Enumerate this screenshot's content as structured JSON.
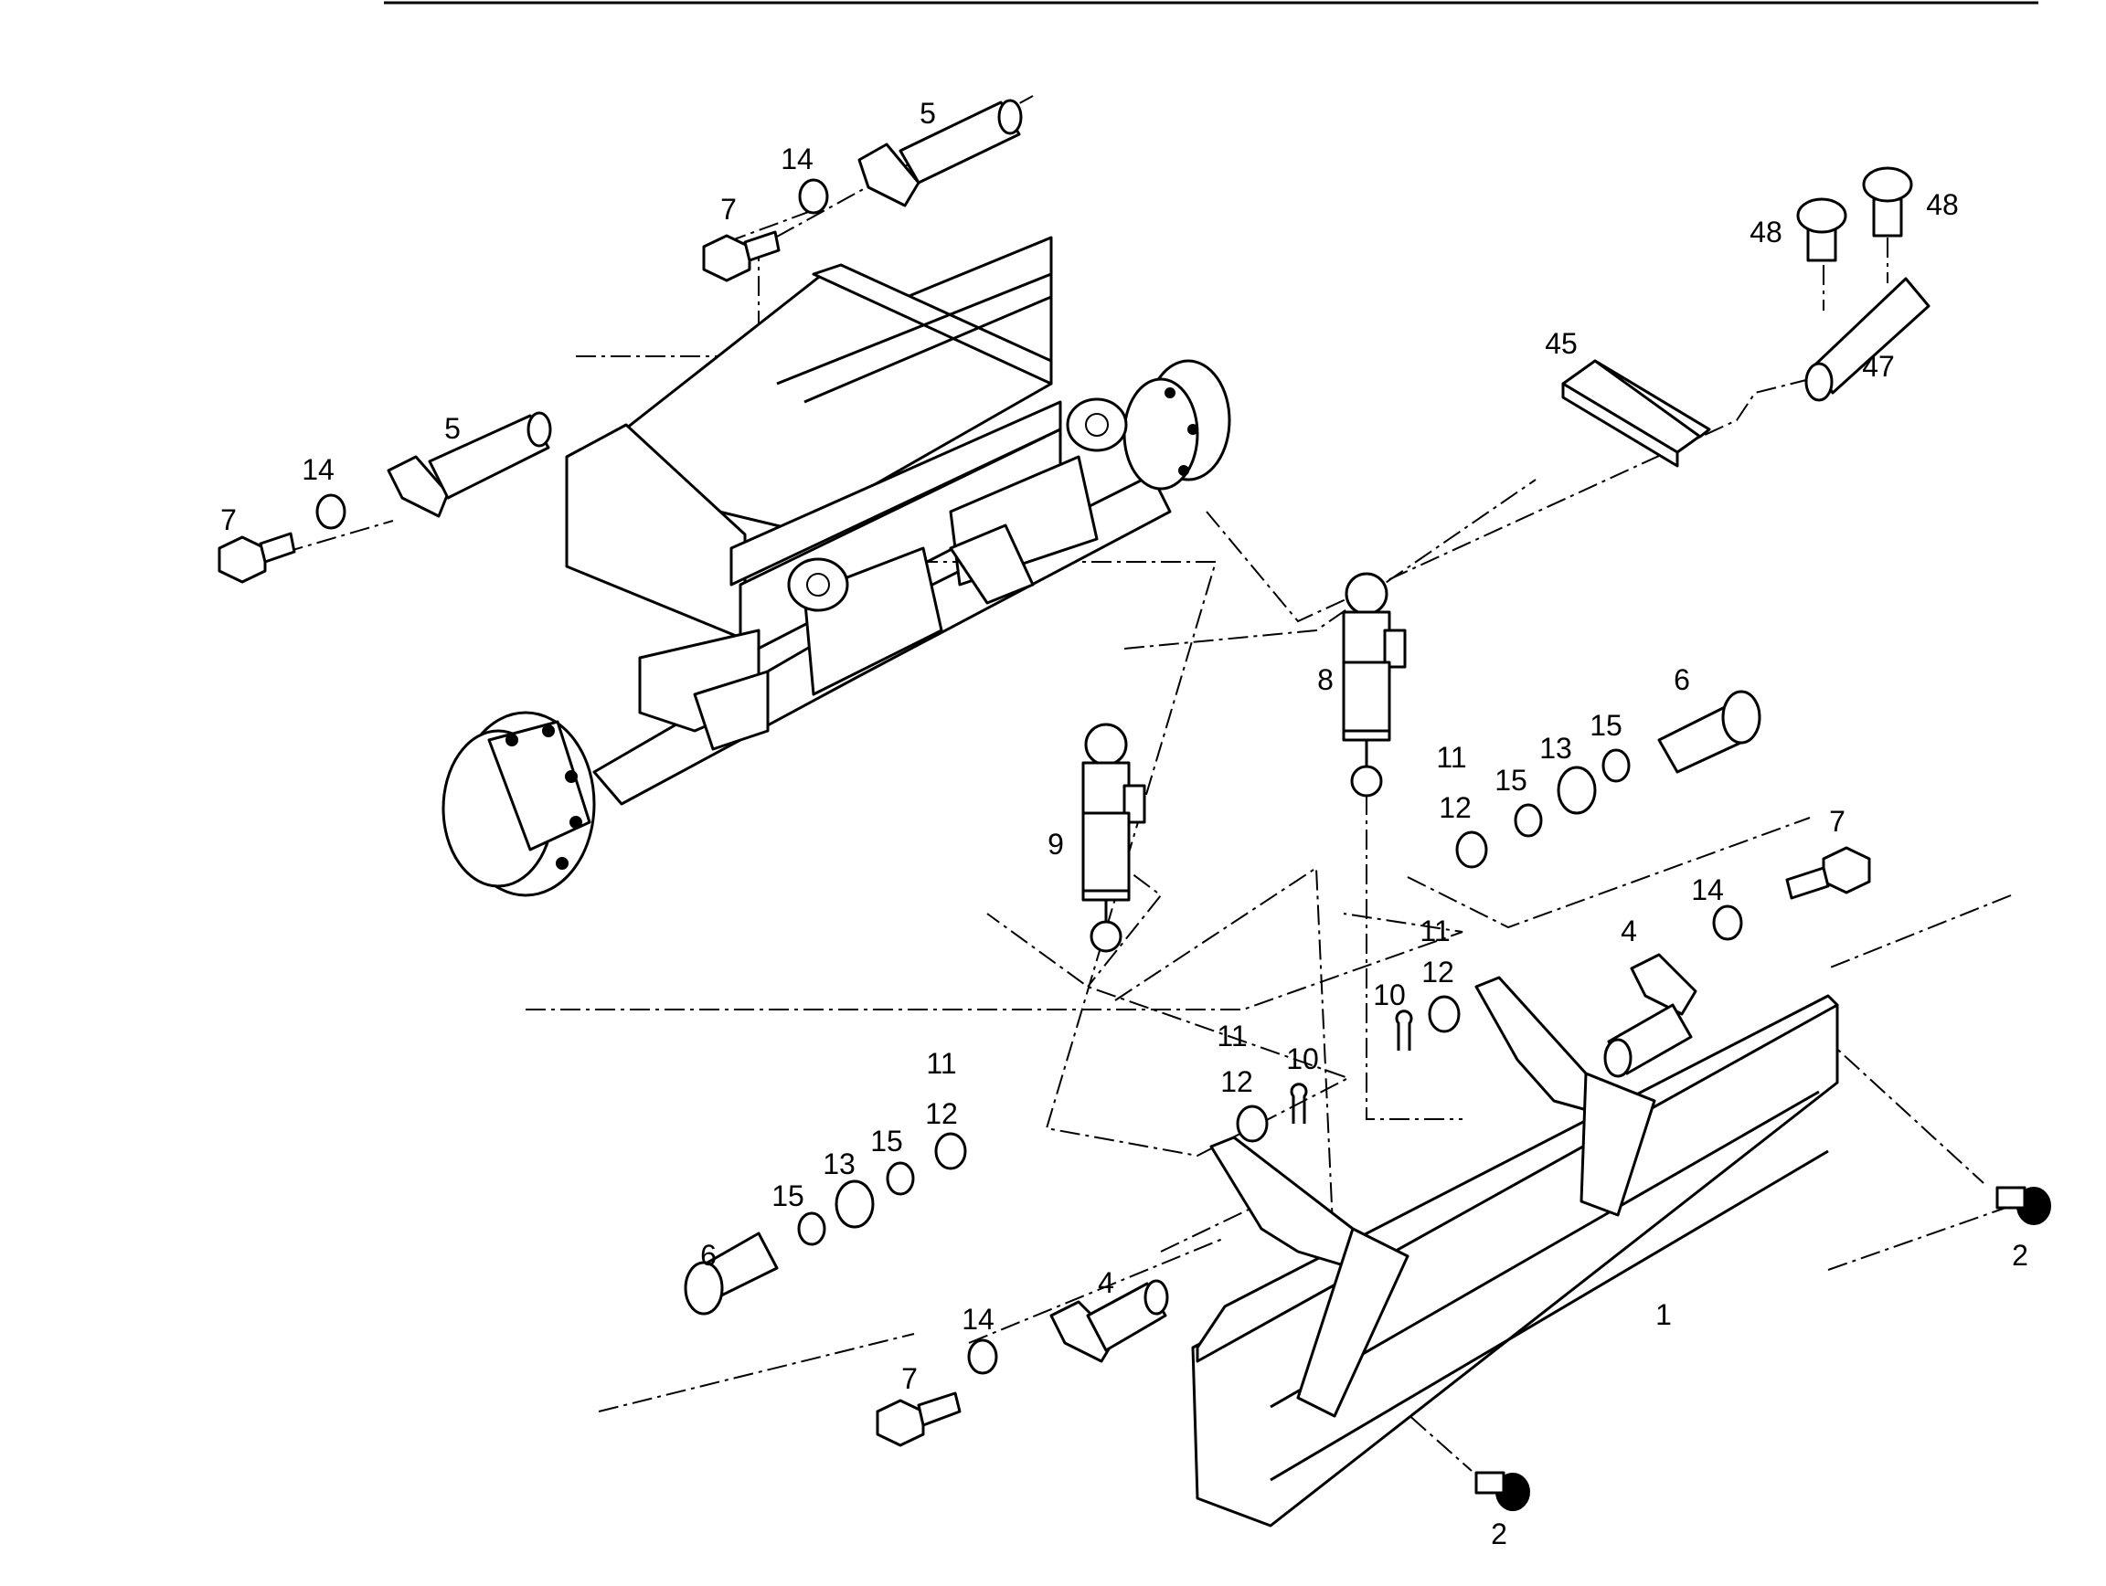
{
  "colors": {
    "ink": "#000000",
    "paper": "#ffffff"
  },
  "labels": {
    "p1": "1",
    "p2a": "2",
    "p2b": "2",
    "p4a": "4",
    "p4b": "4",
    "p5a": "5",
    "p5b": "5",
    "p6a": "6",
    "p6b": "6",
    "p7a": "7",
    "p7b": "7",
    "p7c": "7",
    "p7d": "7",
    "p8": "8",
    "p9": "9",
    "p10a": "10",
    "p10b": "10",
    "p11a": "11",
    "p11b": "11",
    "p11c": "11",
    "p11d": "11",
    "p12a": "12",
    "p12b": "12",
    "p12c": "12",
    "p12d": "12",
    "p13a": "13",
    "p13b": "13",
    "p14a": "14",
    "p14b": "14",
    "p14c": "14",
    "p14d": "14",
    "p15a": "15",
    "p15b": "15",
    "p15c": "15",
    "p15d": "15",
    "p45": "45",
    "p47": "47",
    "p48a": "48",
    "p48b": "48"
  }
}
